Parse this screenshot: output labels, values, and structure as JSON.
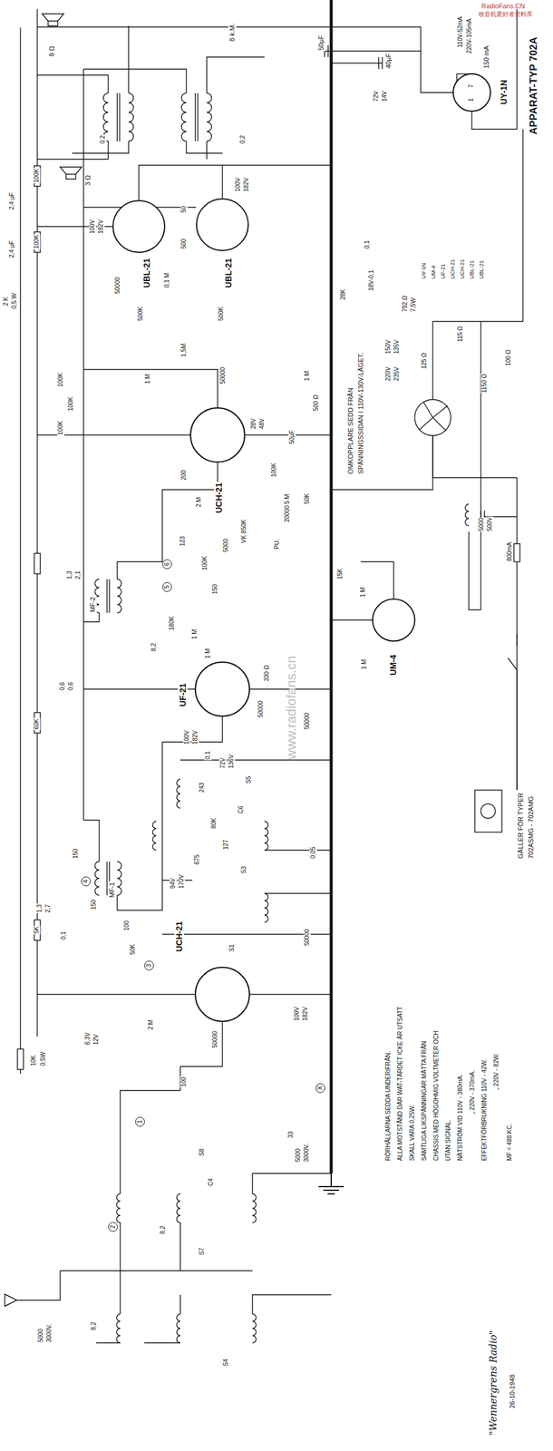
{
  "diagram": {
    "title": "APPARAT-TYP 702A",
    "nodes": [
      {
        "text": [
          "UY-1N"
        ]
      },
      {
        "text": [
          "UBL-21"
        ]
      },
      {
        "text": [
          "UBL-21"
        ]
      },
      {
        "text": [
          "UCH-21"
        ]
      },
      {
        "text": [
          "UM-4"
        ]
      },
      {
        "text": [
          "UF-21"
        ]
      },
      {
        "text": [
          "UCH-21"
        ]
      }
    ],
    "labels": [
      "110V-52mA",
      "220V-105mA",
      "150 mA",
      "1",
      "7",
      "50µF",
      "40µF",
      "72V",
      "14V",
      "8 Ω",
      "8 k.M.",
      "3 Ω",
      "0,2",
      "0,2",
      "100V",
      "182V",
      "100V",
      "182V",
      "2,4 µF",
      "2,4 µF",
      "100K",
      "100K",
      "2 K",
      "0,5 W",
      "50000",
      "0,1 M",
      "500K",
      "500K",
      "500",
      "50",
      "18V-0,1",
      "28K",
      "0,1",
      "792 Ω",
      "7,5W",
      "UY-1N",
      "UM-4",
      "UF-21",
      "UCH-21",
      "UCH-21",
      "UBL-21",
      "UBL-21",
      "OMKOPPLARE SEDD FRÅN",
      "SPÄNNINGSSIDAN I 110V-130V-LÄGET.",
      "220V",
      "235V",
      "150V",
      "135V",
      "125 Ω",
      "115 Ω",
      "1150 Ω",
      "100 Ω",
      "5000",
      "500V",
      "800mA",
      "GÄLLER FÖR TYPER",
      "702ASMG - 702AMG",
      "1,5M",
      "50000",
      "1 M",
      "1 M",
      "500 Ω",
      "50µF",
      "28V",
      "48V",
      "100K",
      "200",
      "5 M",
      "100K",
      "100K",
      "100K",
      "2 M",
      "50K",
      "123",
      "VK 850K",
      "PU.",
      "5000",
      "100K",
      "150",
      "20000",
      "15K",
      "1 M",
      "1 M",
      "180K",
      "1 M",
      "1 M",
      "MF-2",
      "5",
      "6",
      "1,3",
      "2,1",
      "8,2",
      "100V",
      "182V",
      "330 Ω",
      "50000",
      "50000",
      "0,1",
      "72V",
      "136V",
      "60K",
      "0,6",
      "0,6",
      "MF-1",
      "4",
      "150",
      "150",
      "1,3",
      "2,7",
      "5K",
      "0,1",
      "94V",
      "170V",
      "100",
      "50K",
      "3",
      "50000",
      "50000",
      "100V",
      "182V",
      "0,05",
      "6,3V",
      "12V",
      "2 M",
      "10K",
      "0,5W",
      "100",
      "X",
      "1",
      "2",
      "33",
      "5000",
      "3000V.",
      "5000",
      "3000V.",
      "8,2",
      "8,2",
      "S8",
      "C4",
      "S7",
      "S4",
      "S5",
      "C6",
      "S3",
      "S1",
      "243",
      "675",
      "127",
      "80K",
      "RÖRHÅLLARNA SEDDA UNDERIFRÅN.",
      "ALLA MOTSTÅND DÄR WAT-TÄRDET ICKE ÄR UTSATT",
      "SKALL VARA 0,25W.",
      "SAMTLIGA LIKSPÄNNINGAR MÄTTA FRÅN",
      "CHASSIS MED HÖGOHMIG VOLTMETER OCH",
      "UTAN SIGNAL.",
      "NÄTSTRÖM VID 110V - 380mA.",
      "„ 220V - 370mA.",
      "EFFEKTFÖRBRUKNING 110V - 42W.",
      "„ 220V - 82W.",
      "MF = 488 KC.",
      "\"Wennergrens Radio\"",
      "26-10-1948",
      "www.radiofans.cn",
      "RadioFans.CN",
      "收音机爱好者资料库"
    ]
  }
}
